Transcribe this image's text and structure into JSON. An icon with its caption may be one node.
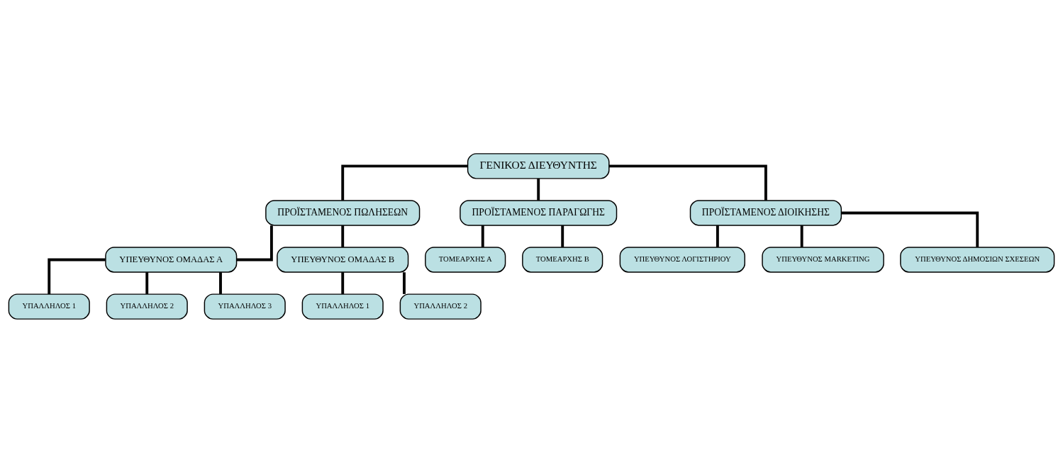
{
  "diagram": {
    "nodes": [
      {
        "text": [
          "ΓΕΝΙΚΟΣ ΔΙΕΥΘΥΝΤΗΣ"
        ]
      },
      {
        "text": [
          "ΠΡΟΪΣΤΑΜΕΝΟΣ ΠΩΛΗΣΕΩΝ"
        ]
      },
      {
        "text": [
          "ΠΡΟΪΣΤΑΜΕΝΟΣ ΠΑΡΑΓΩΓΗΣ"
        ]
      },
      {
        "text": [
          "ΠΡΟΪΣΤΑΜΕΝΟΣ ΔΙΟΙΚΗΣΗΣ"
        ]
      },
      {
        "text": [
          "ΥΠΕΥΘΥΝΟΣ ΟΜΑΔΑΣ Α"
        ]
      },
      {
        "text": [
          "ΤΟΜΕΑΡΧΗΣ Α"
        ]
      },
      {
        "text": [
          "ΤΟΜΕΑΡΧΗΣ Β"
        ]
      },
      {
        "text": [
          "ΥΠΕΥΘΥΝΟΣ ΛΟΓΙΣΤΗΡΙΟΥ"
        ]
      },
      {
        "text": [
          "ΥΠΑΛΛΗΛΟΣ 1"
        ]
      },
      {
        "text": [
          "ΥΠΕΥΘΥΝΟΣ MARKETING"
        ]
      },
      {
        "text": [
          "ΥΠΑΛΛΗΛΟΣ 2"
        ]
      },
      {
        "text": [
          "ΥΠΑΛΛΗΛΟΣ 3"
        ]
      },
      {
        "text": [
          "ΥΠΕΥΘΥΝΟΣ ΔΗΜΟΣΙΩΝ ΣΧΕΣΕΩΝ"
        ]
      },
      {
        "text": [
          "ΥΠΕΥΘΥΝΟΣ ΟΜΑΔΑΣ Β"
        ]
      },
      {
        "text": [
          "ΥΠΑΛΛΗΛΟΣ 1"
        ]
      },
      {
        "text": [
          "ΥΠΑΛΛΗΛΟΣ 2"
        ]
      }
    ],
    "edges": [
      {
        "from": 0,
        "to": 1,
        "arrow": "none"
      },
      {
        "from": 0,
        "to": 2,
        "arrow": "none"
      },
      {
        "from": 0,
        "to": 3,
        "arrow": "none"
      },
      {
        "from": 1,
        "to": 4,
        "arrow": "none"
      },
      {
        "from": 1,
        "to": 13,
        "arrow": "none"
      },
      {
        "from": 2,
        "to": 5,
        "arrow": "none"
      },
      {
        "from": 2,
        "to": 6,
        "arrow": "none"
      },
      {
        "from": 3,
        "to": 7,
        "arrow": "none"
      },
      {
        "from": 3,
        "to": 9,
        "arrow": "none"
      },
      {
        "from": 3,
        "to": 12,
        "arrow": "none"
      },
      {
        "from": 4,
        "to": 8,
        "arrow": "none"
      },
      {
        "from": 4,
        "to": 10,
        "arrow": "none"
      },
      {
        "from": 4,
        "to": 11,
        "arrow": "none"
      },
      {
        "from": 13,
        "to": 14,
        "arrow": "none"
      },
      {
        "from": 13,
        "to": 15,
        "arrow": "none"
      }
    ]
  }
}
